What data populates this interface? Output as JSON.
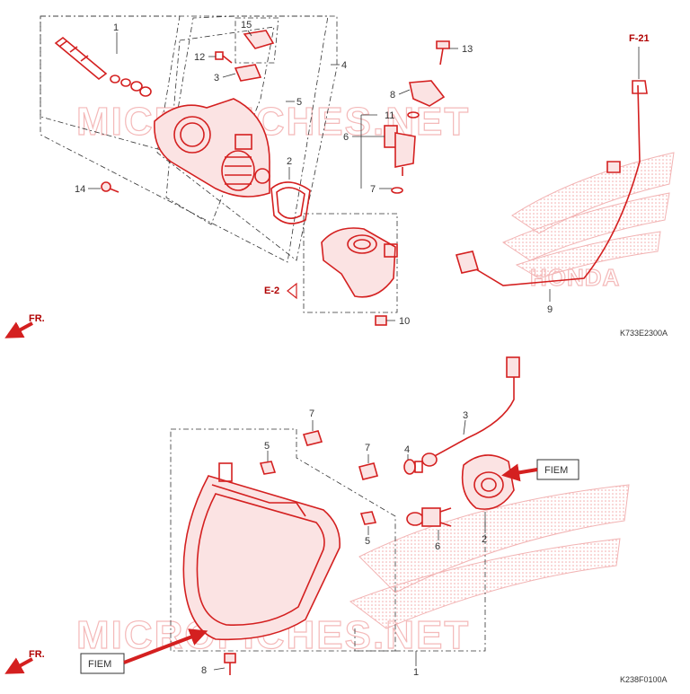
{
  "top_diagram": {
    "code": "K733E2300A",
    "fr_label": "FR.",
    "ref_f21": "F-21",
    "ref_e2": "E-2",
    "callouts": [
      "1",
      "2",
      "3",
      "4",
      "5",
      "6",
      "7",
      "8",
      "9",
      "10",
      "11",
      "12",
      "13",
      "14",
      "15"
    ]
  },
  "bottom_diagram": {
    "code": "K238F0100A",
    "fr_label": "FR.",
    "fiem_left": "FIEM",
    "fiem_right": "FIEM",
    "callouts": [
      "1",
      "2",
      "3",
      "4",
      "5",
      "5",
      "6",
      "7",
      "7",
      "8"
    ]
  },
  "watermark": "MICROFICHES.NET",
  "brand_logo_text": "HONDA",
  "colors": {
    "parts": "#d42020",
    "watermark": "#f4b9b9",
    "lines": "#333333"
  }
}
